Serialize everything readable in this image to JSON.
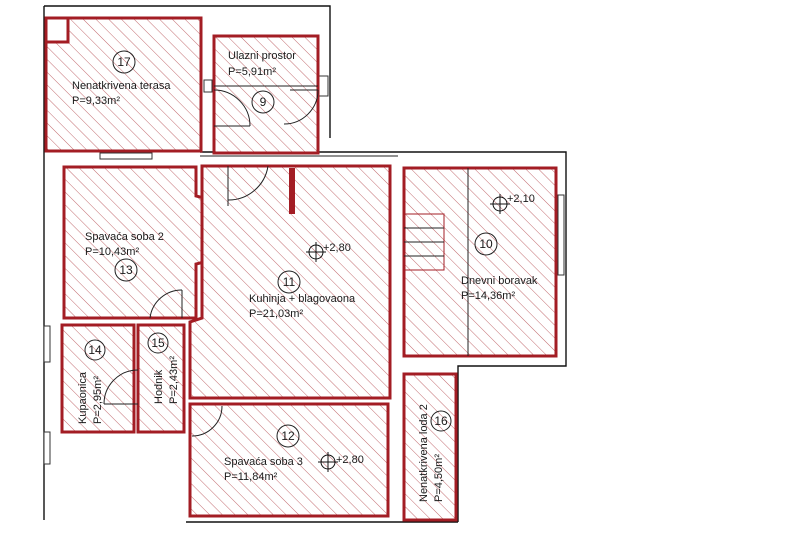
{
  "rooms": [
    {
      "number": "17",
      "name": "Nenatkrivena terasa",
      "area": "P=9,33m²"
    },
    {
      "number": "9",
      "name": "Ulazni prostor",
      "area": "P=5,91m²"
    },
    {
      "number": "13",
      "name": "Spavaća soba 2",
      "area": "P=10,43m²"
    },
    {
      "number": "11",
      "name": "Kuhinja + blagovaona",
      "area": "P=21,03m²"
    },
    {
      "number": "10",
      "name": "Dnevni boravak",
      "area": "P=14,36m²"
    },
    {
      "number": "14",
      "name": "Kupaonica",
      "area": "P=2,95m²"
    },
    {
      "number": "15",
      "name": "Hodnik",
      "area": "P=2,43m²"
    },
    {
      "number": "12",
      "name": "Spavaća soba 3",
      "area": "P=11,84m²"
    },
    {
      "number": "16",
      "name": "Nenatkrivena loda 2",
      "area": "P=4,50m²"
    }
  ],
  "levels": {
    "living": "+2,10",
    "kitchen": "+2,80",
    "bedroom3": "+2,80"
  },
  "colors": {
    "room_outline": "#a31d24",
    "hatch": "#a31d24",
    "walls": "#111111"
  }
}
